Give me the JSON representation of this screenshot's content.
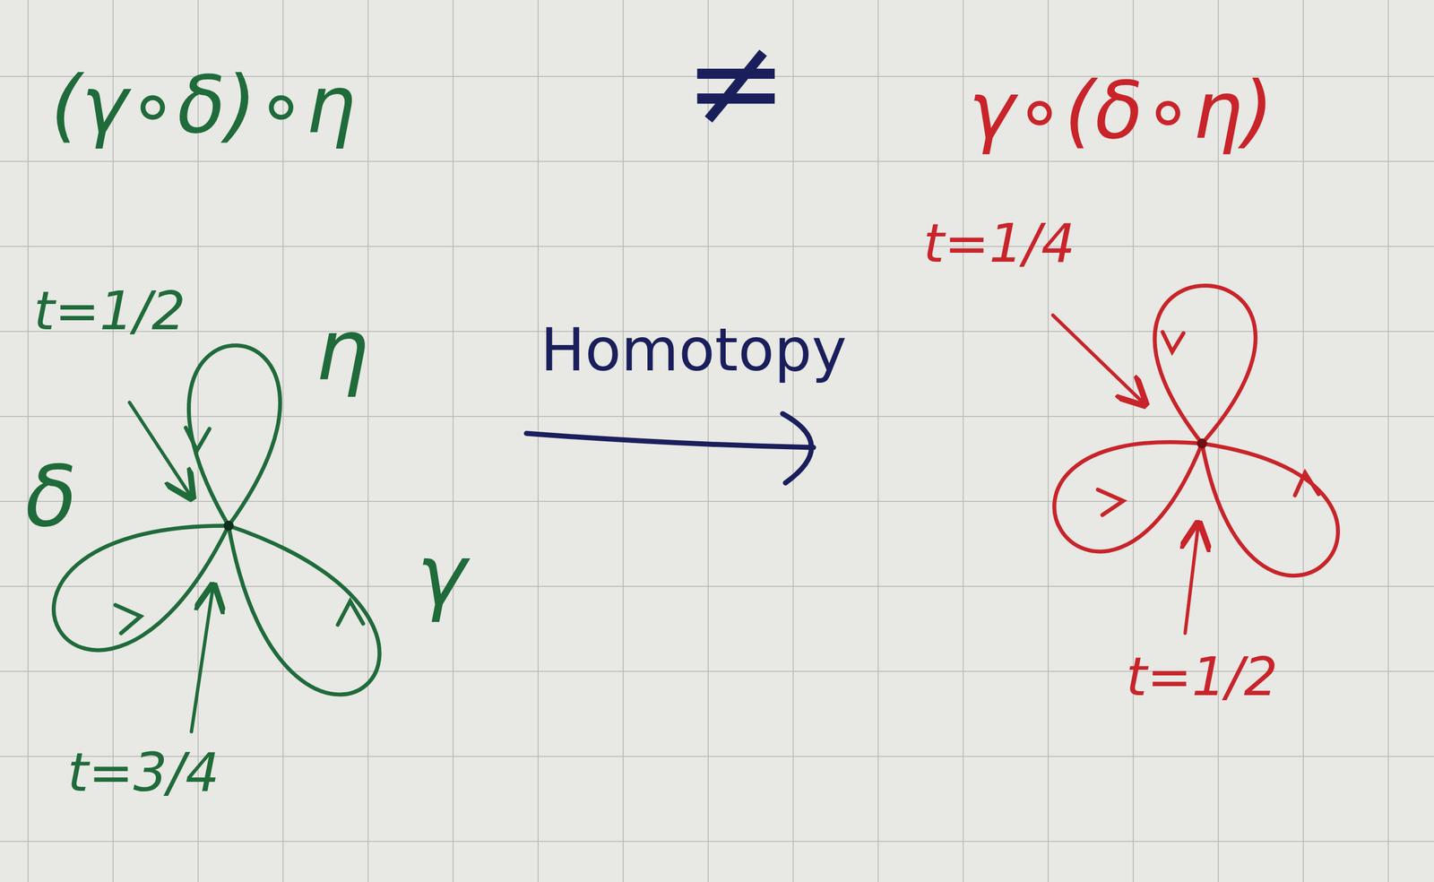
{
  "diagram": {
    "labels": [
      "(γ∘δ)∘η",
      "≠",
      "γ∘(δ∘η)",
      "t=1/2",
      "η",
      "δ",
      "γ",
      "t=3/4",
      "Homotopy",
      "t=1/4",
      "t=1/2"
    ]
  }
}
